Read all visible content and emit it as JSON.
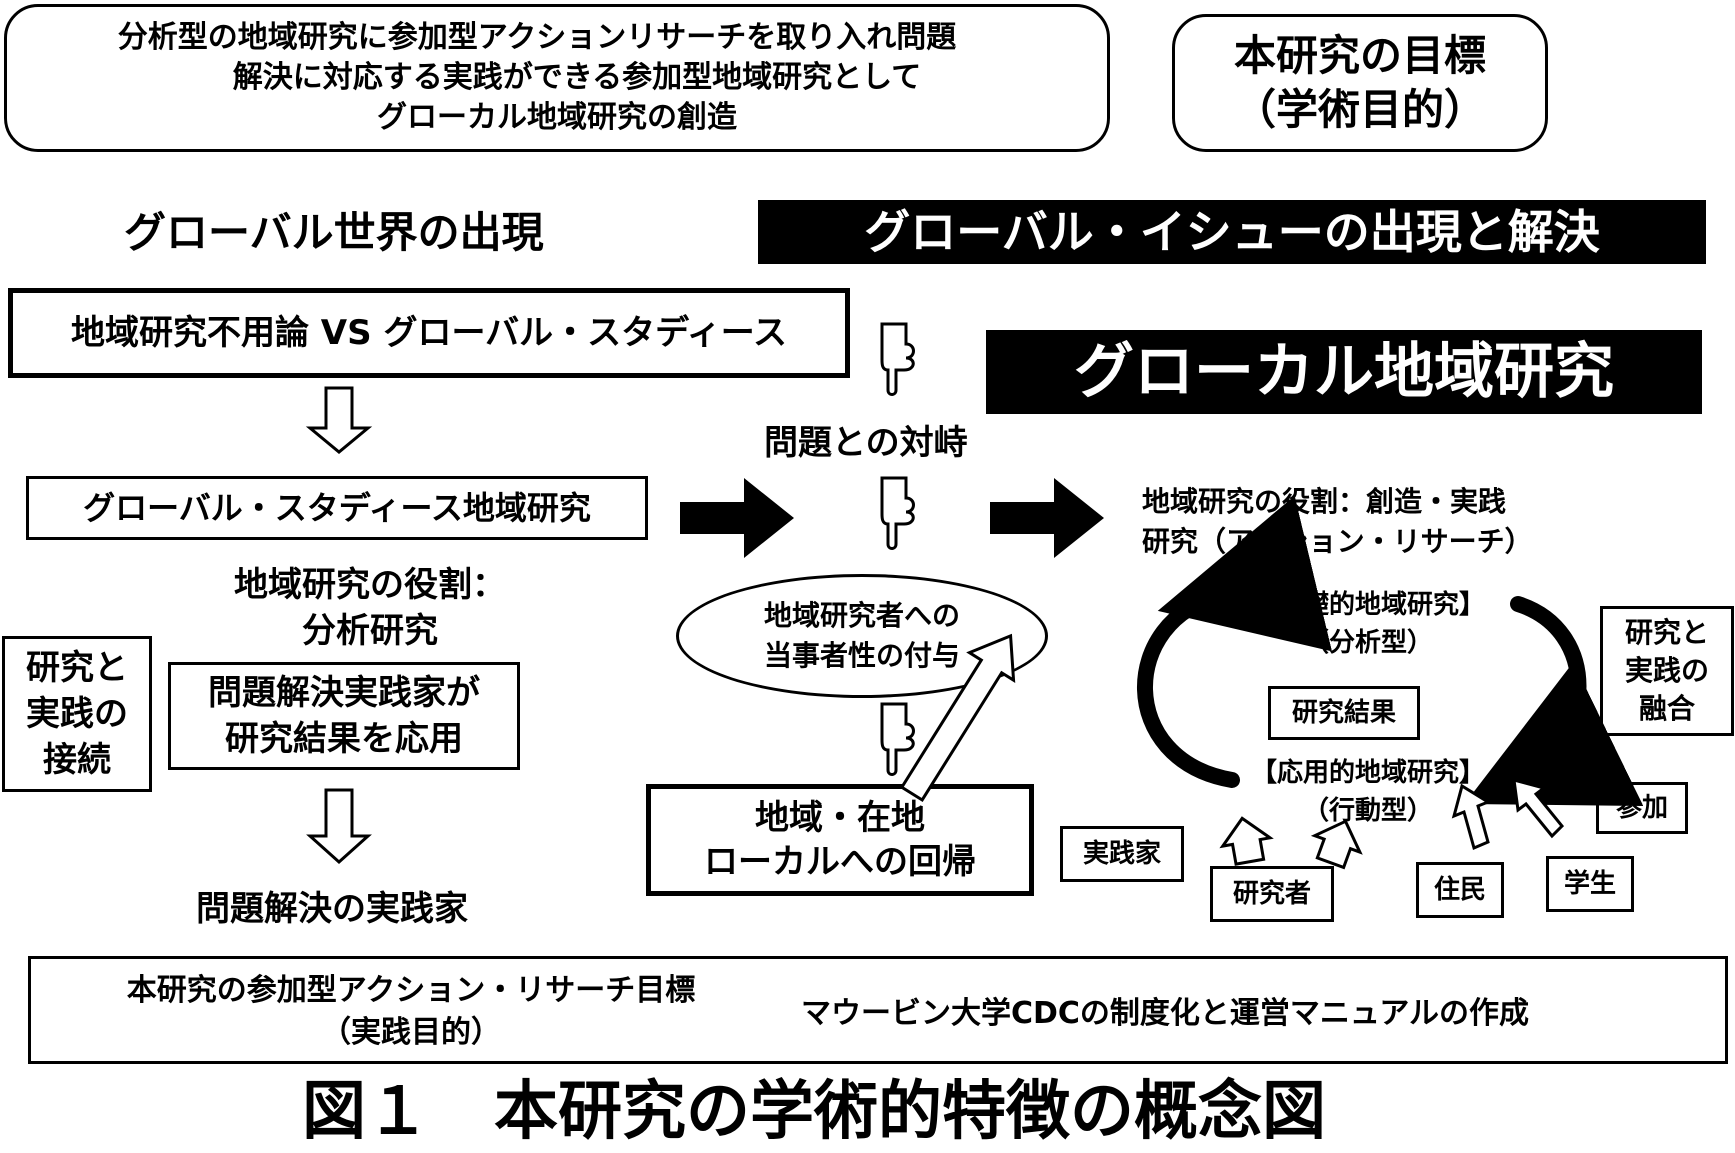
{
  "top_goal": {
    "lines": [
      "分析型の地域研究に参加型アクションリサーチを取り入れ問題",
      "解決に対応する実践ができる参加型地域研究として",
      "グローカル地域研究の創造"
    ]
  },
  "research_goal_box": {
    "line1": "本研究の目標",
    "line2": "（学術目的）"
  },
  "global_world_heading": "グローバル世界の出現",
  "global_issue_banner": "グローバル・イシューの出現と解決",
  "glocal_banner": "グローカル地域研究",
  "left_flow": {
    "debate_box": "地域研究不用論 VS グローバル・スタディース",
    "gs_area_box": "グローバル・スタディース地域研究",
    "role_line1": "地域研究の役割：",
    "role_line2": "分析研究",
    "connect_box": {
      "line1": "研究と",
      "line2": "実践の",
      "line3": "接続"
    },
    "practitioner_apply": {
      "line1": "問題解決実践家が",
      "line2": "研究結果を応用"
    },
    "practitioner_label": "問題解決の実践家"
  },
  "center_flow": {
    "confront_label": "問題との対峙",
    "ellipse": {
      "line1": "地域研究者への",
      "line2": "当事者性の付与"
    },
    "return_box": {
      "line1": "地域・在地",
      "line2": "ローカルへの回帰"
    }
  },
  "right_cycle": {
    "role_line1": "地域研究の役割：創造・実践",
    "role_line2": "研究（アクション・リサーチ）",
    "basic": {
      "line1": "【基礎的地域研究】",
      "line2": "（分析型）"
    },
    "applied": {
      "line1": "【応用的地域研究】",
      "line2": "（行動型）"
    },
    "results_box": "研究結果",
    "fusion_box": {
      "line1": "研究と",
      "line2": "実践の",
      "line3": "融合"
    },
    "practitioner_box": "実践家",
    "researcher_box": "研究者",
    "resident_box": "住民",
    "student_box": "学生",
    "participation_box": "参加"
  },
  "bottom_box": {
    "left_line1": "本研究の参加型アクション・リサーチ目標",
    "left_line2": "（実践目的）",
    "right_text": "マウービン大学CDCの制度化と運営マニュアルの作成"
  },
  "figure_caption": "図１　本研究の学術的特徴の概念図"
}
